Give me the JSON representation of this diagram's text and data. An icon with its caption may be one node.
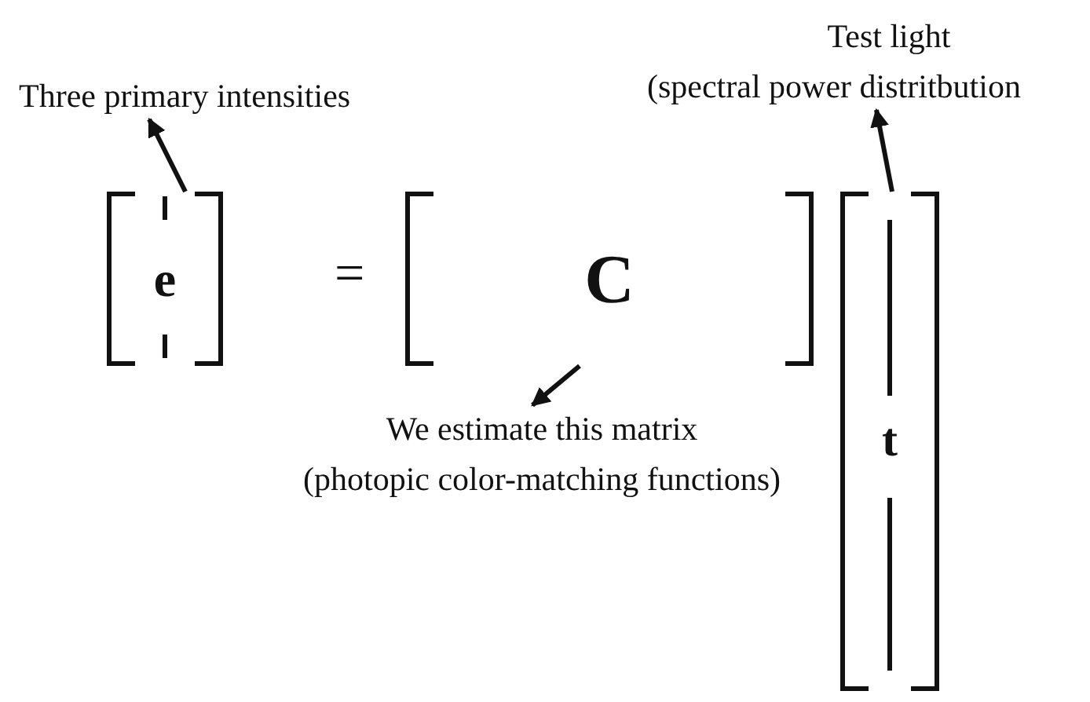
{
  "diagram": {
    "nodes": [
      {
        "text": [
          "Three primary intensities"
        ]
      },
      {
        "text": [
          "e"
        ]
      },
      {
        "text": [
          "C"
        ]
      },
      {
        "text": [
          "We estimate this matrix",
          "(photopic color-matching functions)"
        ]
      },
      {
        "text": [
          "Test light",
          "(spectral power distritbution"
        ]
      },
      {
        "text": [
          "t"
        ]
      }
    ],
    "edges": [
      {
        "from": 1,
        "to": 0,
        "arrow": "to"
      },
      {
        "from": 2,
        "to": 3,
        "arrow": "to"
      },
      {
        "from": 5,
        "to": 4,
        "arrow": "to"
      }
    ],
    "labels": [
      "="
    ]
  }
}
